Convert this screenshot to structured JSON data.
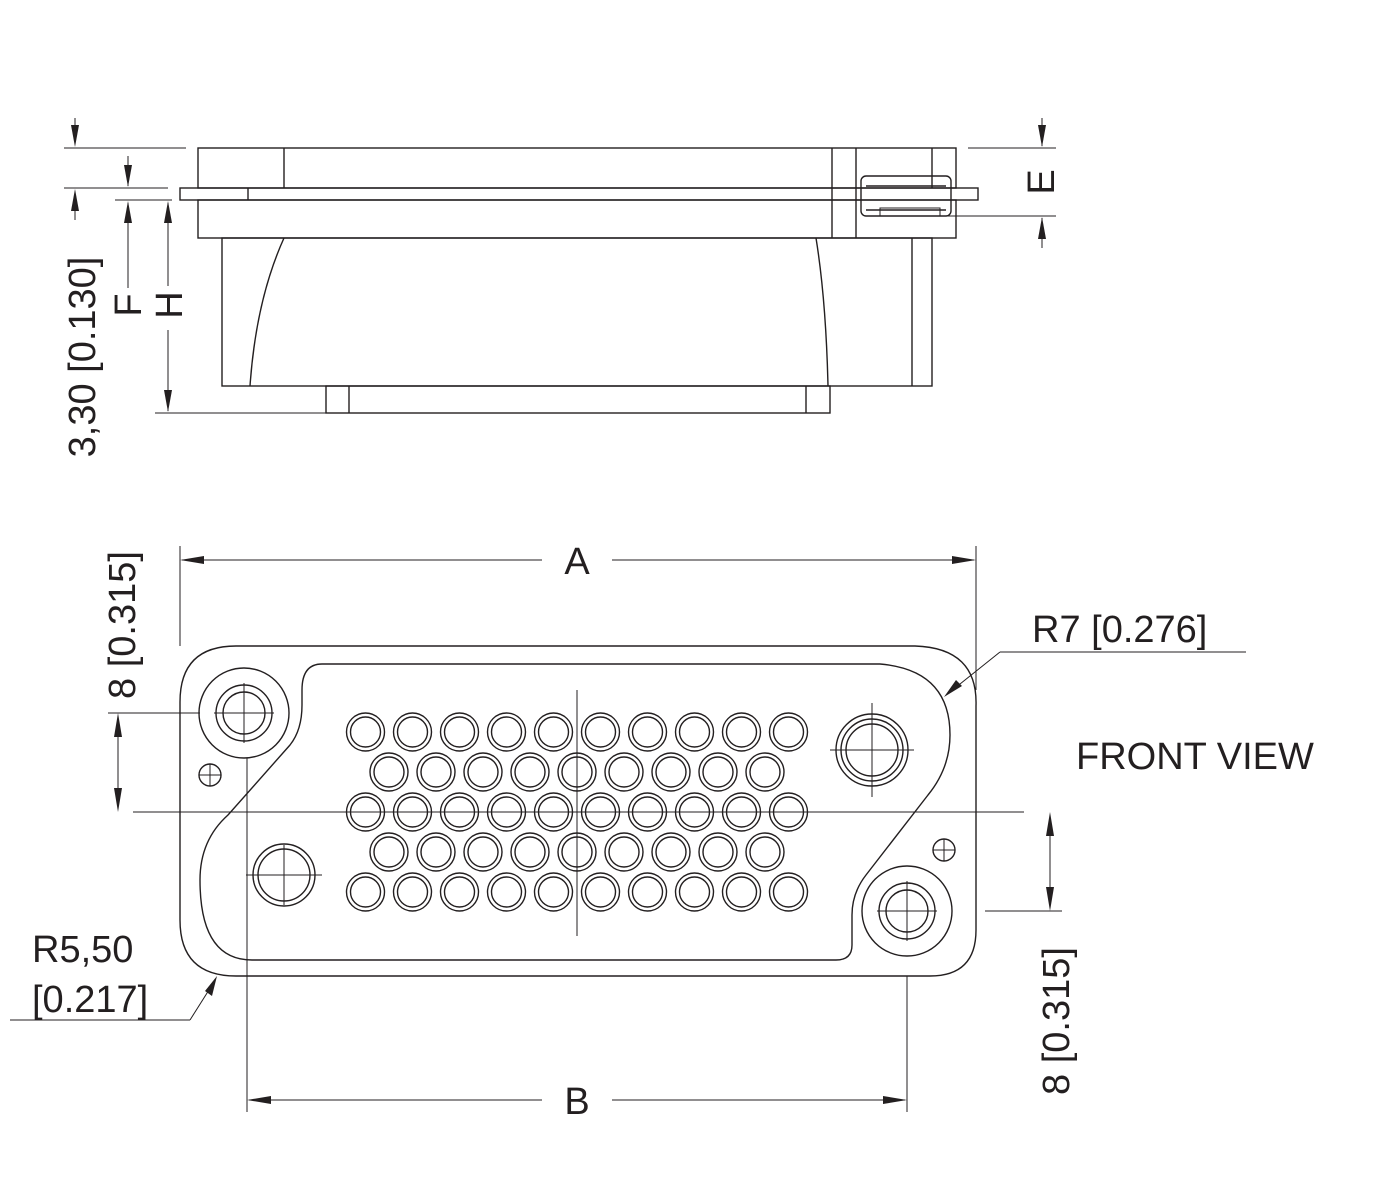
{
  "labels": {
    "e": "E",
    "f": "F",
    "h": "H",
    "side_height": "3,30 [0.130]",
    "a": "A",
    "b": "B",
    "r7": "R7 [0.276]",
    "front_view": "FRONT VIEW",
    "left_offset": "8 [0.315]",
    "right_offset": "8 [0.315]",
    "r550_line1": "R5,50",
    "r550_line2": "[0.217]"
  },
  "contacts": {
    "rows": [
      10,
      9,
      10,
      9,
      10
    ]
  },
  "colors": {
    "line": "#231f20",
    "background": "#ffffff"
  }
}
